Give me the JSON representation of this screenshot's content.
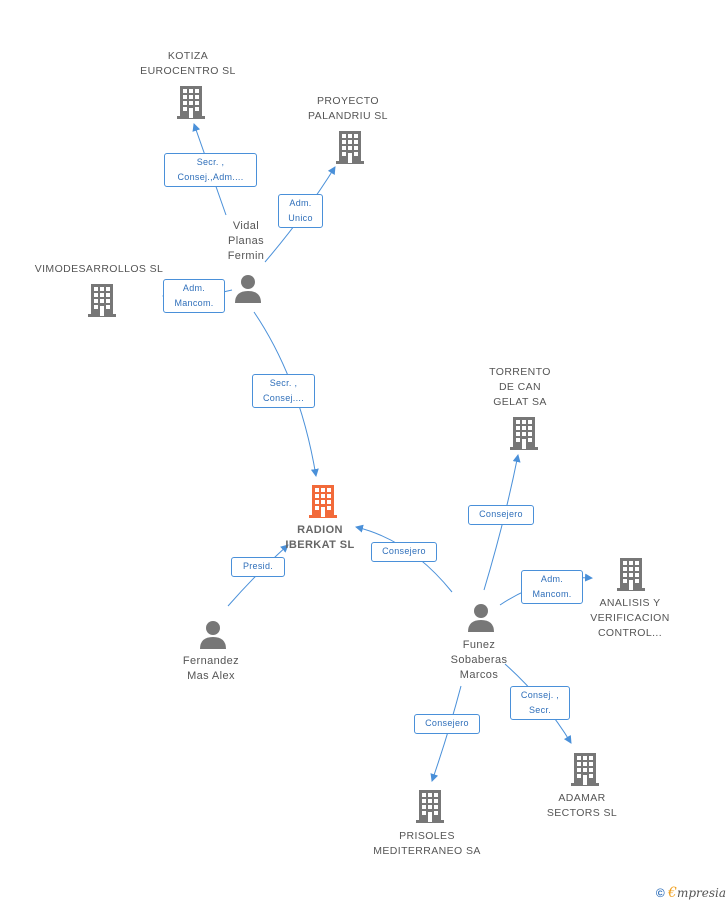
{
  "colors": {
    "edge": "#4a90d9",
    "building": "#777777",
    "building_main": "#f26a3a",
    "person": "#777777"
  },
  "nodes": {
    "kotiza": "KOTIZA\nEUROCENTRO SL",
    "proyecto": "PROYECTO\nPALANDRIU SL",
    "vidal": "Vidal\nPlanas\nFermin",
    "vimodesarrollos": "VIMODESARROLLOS SL",
    "torrento": "TORRENTO\nDE CAN\nGELAT SA",
    "radion": "RADION\nIBERKAT SL",
    "analisis": "ANALISIS Y\nVERIFICACION\nCONTROL...",
    "fernandez": "Fernandez\nMas Alex",
    "funez": "Funez\nSobaberas\nMarcos",
    "adamar": "ADAMAR\nSECTORS SL",
    "prisoles": "PRISOLES\nMEDITERRANEO SA"
  },
  "edges": {
    "vidal_kotiza": "Secr. ,\nConsej.,Adm....",
    "vidal_proyecto": "Adm.\nUnico",
    "vidal_vimo": "Adm.\nMancom.",
    "vidal_radion": "Secr. ,\nConsej....",
    "funez_torrento": "Consejero",
    "funez_radion": "Consejero",
    "fernandez_radion": "Presid.",
    "funez_analisis": "Adm.\nMancom.",
    "funez_adamar": "Consej. ,\nSecr.",
    "funez_prisoles": "Consejero"
  },
  "brand": {
    "copyright": "©",
    "e": "€",
    "rest": "mpresia"
  }
}
